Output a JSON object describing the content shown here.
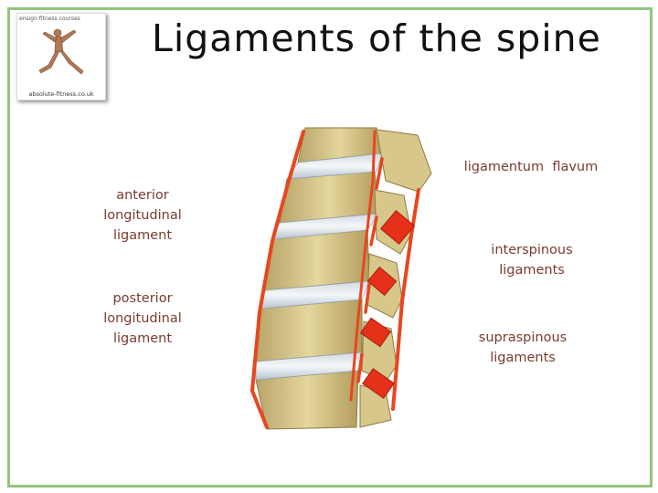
{
  "slide": {
    "title": "Ligaments of the spine"
  },
  "logo": {
    "top_text": "ensign fitness courses",
    "bottom_text": "absolute-fitness.co.uk"
  },
  "labels": {
    "anterior_longitudinal": [
      "anterior",
      "longitudinal",
      "ligament"
    ],
    "posterior_longitudinal": [
      "posterior",
      "longitudinal",
      "ligament"
    ],
    "ligamentum_flavum": "ligamentum  flavum",
    "interspinous": [
      "interspinous",
      "ligaments"
    ],
    "supraspinous": [
      "supraspinous",
      "ligaments"
    ]
  },
  "colors": {
    "frame": "#93c47d",
    "label_text": "#7a3b2e",
    "ligament": "#e8461e",
    "bone": "#d9c98a",
    "disc": "#dfe6ec"
  }
}
